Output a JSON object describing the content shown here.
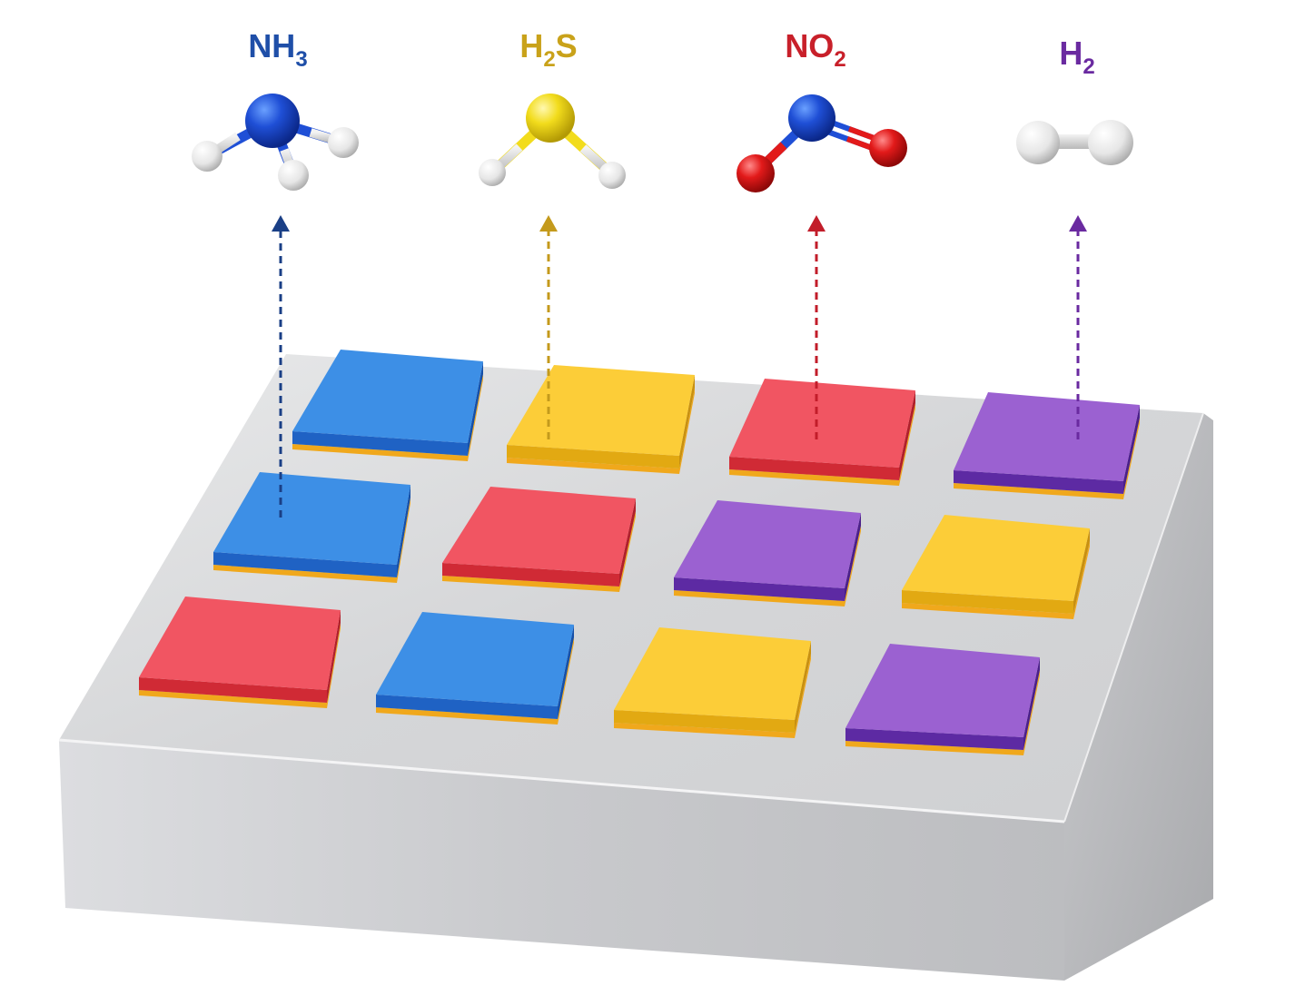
{
  "gases": [
    {
      "main": "NH",
      "sub": "3",
      "tail": "",
      "color": "#1f4fa8",
      "arrow_color": "#1a3f86",
      "sensor_color": "blue",
      "molecule": "ammonia-molecule-icon"
    },
    {
      "main": "H",
      "sub": "2",
      "tail": "S",
      "color": "#c9a21a",
      "arrow_color": "#c49a1c",
      "sensor_color": "yellow",
      "molecule": "hydrogen-sulfide-molecule-icon"
    },
    {
      "main": "NO",
      "sub": "2",
      "tail": "",
      "color": "#c8202a",
      "arrow_color": "#c21d2a",
      "sensor_color": "red",
      "molecule": "nitrogen-dioxide-molecule-icon"
    },
    {
      "main": "H",
      "sub": "2",
      "tail": "",
      "color": "#6a2aa0",
      "arrow_color": "#6a2aa0",
      "sensor_color": "purple",
      "molecule": "hydrogen-molecule-icon"
    }
  ],
  "sensor_grid": [
    [
      "blue",
      "yellow",
      "red",
      "purple"
    ],
    [
      "blue",
      "red",
      "purple",
      "yellow"
    ],
    [
      "red",
      "blue",
      "yellow",
      "purple"
    ]
  ],
  "palette": {
    "blue": {
      "top": "#3d8fe6",
      "front": "#1f62c4",
      "side": "#1650a8"
    },
    "yellow": {
      "top": "#fccd38",
      "front": "#e2a912",
      "side": "#c89010"
    },
    "red": {
      "top": "#f15562",
      "front": "#d02a35",
      "side": "#b0202b"
    },
    "purple": {
      "top": "#9b61d1",
      "front": "#5d2aa3",
      "side": "#4b208a"
    },
    "electrode": "#f0a81c",
    "substrate_top": "#dadbdd",
    "substrate_front": "#c4c5c8",
    "substrate_side": "#b3b4b7"
  }
}
